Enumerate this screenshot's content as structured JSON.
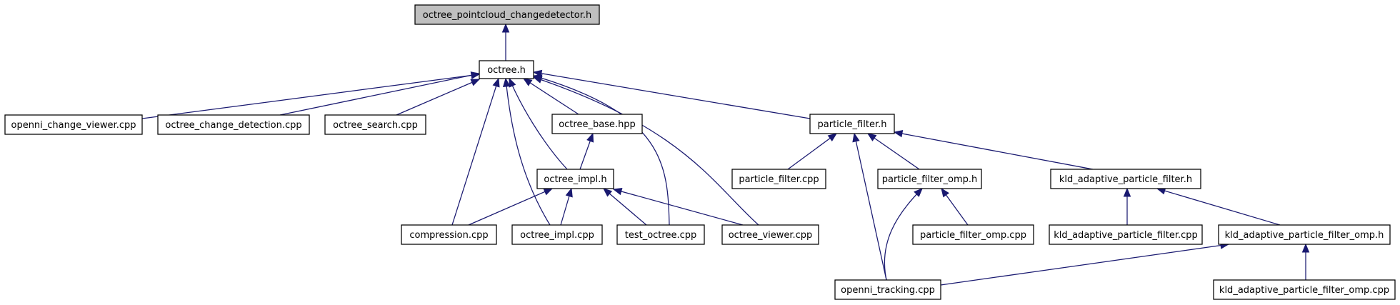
{
  "graph": {
    "colors": {
      "edge": "#191970",
      "root_fill": "#bfbfbf",
      "node_fill": "#ffffff",
      "node_border": "#000000"
    },
    "nodes": [
      {
        "id": "root",
        "label": "octree_pointcloud_changedetector.h",
        "highlight": true
      },
      {
        "id": "octree_h",
        "label": "octree.h"
      },
      {
        "id": "openni_change_viewer",
        "label": "openni_change_viewer.cpp"
      },
      {
        "id": "octree_change_detection",
        "label": "octree_change_detection.cpp"
      },
      {
        "id": "octree_search",
        "label": "octree_search.cpp"
      },
      {
        "id": "octree_base",
        "label": "octree_base.hpp"
      },
      {
        "id": "particle_filter_h",
        "label": "particle_filter.h"
      },
      {
        "id": "octree_impl_h",
        "label": "octree_impl.h"
      },
      {
        "id": "particle_filter_cpp",
        "label": "particle_filter.cpp"
      },
      {
        "id": "particle_filter_omp_h",
        "label": "particle_filter_omp.h"
      },
      {
        "id": "kld_h",
        "label": "kld_adaptive_particle_filter.h"
      },
      {
        "id": "compression",
        "label": "compression.cpp"
      },
      {
        "id": "octree_impl_cpp",
        "label": "octree_impl.cpp"
      },
      {
        "id": "test_octree",
        "label": "test_octree.cpp"
      },
      {
        "id": "octree_viewer",
        "label": "octree_viewer.cpp"
      },
      {
        "id": "particle_filter_omp_cpp",
        "label": "particle_filter_omp.cpp"
      },
      {
        "id": "kld_cpp",
        "label": "kld_adaptive_particle_filter.cpp"
      },
      {
        "id": "kld_omp_h",
        "label": "kld_adaptive_particle_filter_omp.h"
      },
      {
        "id": "openni_tracking",
        "label": "openni_tracking.cpp"
      },
      {
        "id": "kld_omp_cpp",
        "label": "kld_adaptive_particle_filter_omp.cpp"
      }
    ],
    "edges": [
      [
        "root",
        "octree_h"
      ],
      [
        "octree_h",
        "openni_change_viewer"
      ],
      [
        "octree_h",
        "octree_change_detection"
      ],
      [
        "octree_h",
        "octree_search"
      ],
      [
        "octree_h",
        "octree_base"
      ],
      [
        "octree_h",
        "particle_filter_h"
      ],
      [
        "octree_h",
        "octree_impl_h"
      ],
      [
        "octree_h",
        "compression"
      ],
      [
        "octree_h",
        "octree_impl_cpp"
      ],
      [
        "octree_h",
        "test_octree"
      ],
      [
        "octree_h",
        "octree_viewer"
      ],
      [
        "octree_base",
        "octree_impl_h"
      ],
      [
        "octree_impl_h",
        "compression"
      ],
      [
        "octree_impl_h",
        "octree_impl_cpp"
      ],
      [
        "octree_impl_h",
        "test_octree"
      ],
      [
        "octree_impl_h",
        "octree_viewer"
      ],
      [
        "particle_filter_h",
        "particle_filter_cpp"
      ],
      [
        "particle_filter_h",
        "particle_filter_omp_h"
      ],
      [
        "particle_filter_h",
        "kld_h"
      ],
      [
        "particle_filter_h",
        "openni_tracking"
      ],
      [
        "particle_filter_omp_h",
        "particle_filter_omp_cpp"
      ],
      [
        "particle_filter_omp_h",
        "openni_tracking"
      ],
      [
        "kld_h",
        "kld_cpp"
      ],
      [
        "kld_h",
        "kld_omp_h"
      ],
      [
        "kld_omp_h",
        "openni_tracking"
      ],
      [
        "kld_omp_h",
        "kld_omp_cpp"
      ]
    ]
  }
}
